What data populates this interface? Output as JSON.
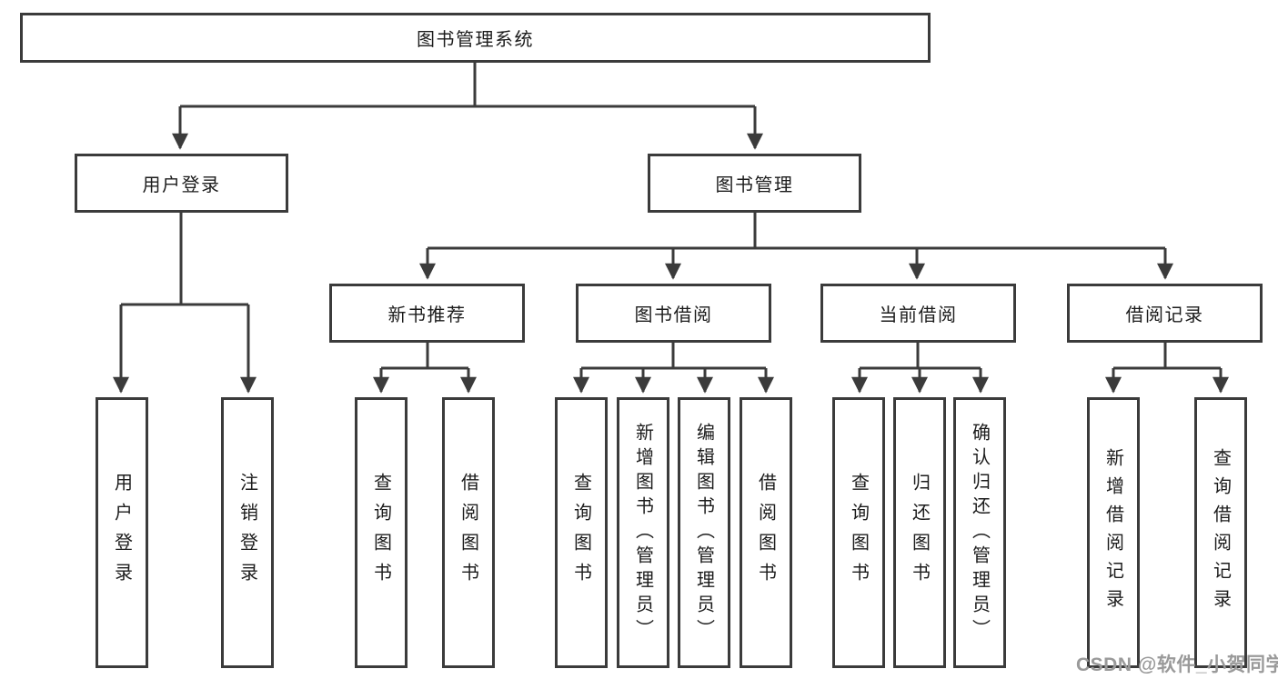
{
  "diagram": {
    "title": "图书管理系统",
    "tree": {
      "root": {
        "label": "图书管理系统"
      },
      "branches": [
        {
          "label": "用户登录",
          "children": [
            "用户登录",
            "注销登录"
          ]
        },
        {
          "label": "图书管理",
          "children": [
            {
              "label": "新书推荐",
              "children": [
                "查询图书",
                "借阅图书"
              ]
            },
            {
              "label": "图书借阅",
              "children": [
                "查询图书",
                "新增图书（管理员）",
                "编辑图书（管理员）",
                "借阅图书"
              ]
            },
            {
              "label": "当前借阅",
              "children": [
                "查询图书",
                "归还图书",
                "确认归还（管理员）"
              ]
            },
            {
              "label": "借阅记录",
              "children": [
                "新增借阅记录",
                "查询借阅记录"
              ]
            }
          ]
        }
      ]
    }
  },
  "watermark": {
    "text": "CSDN @软件_小贺同学"
  },
  "colors": {
    "background": "#ffffff",
    "box_border": "#3b3b3b",
    "connector": "#3b3b3b",
    "text": "#1c1c1c",
    "watermark": "#9a9a9a"
  }
}
